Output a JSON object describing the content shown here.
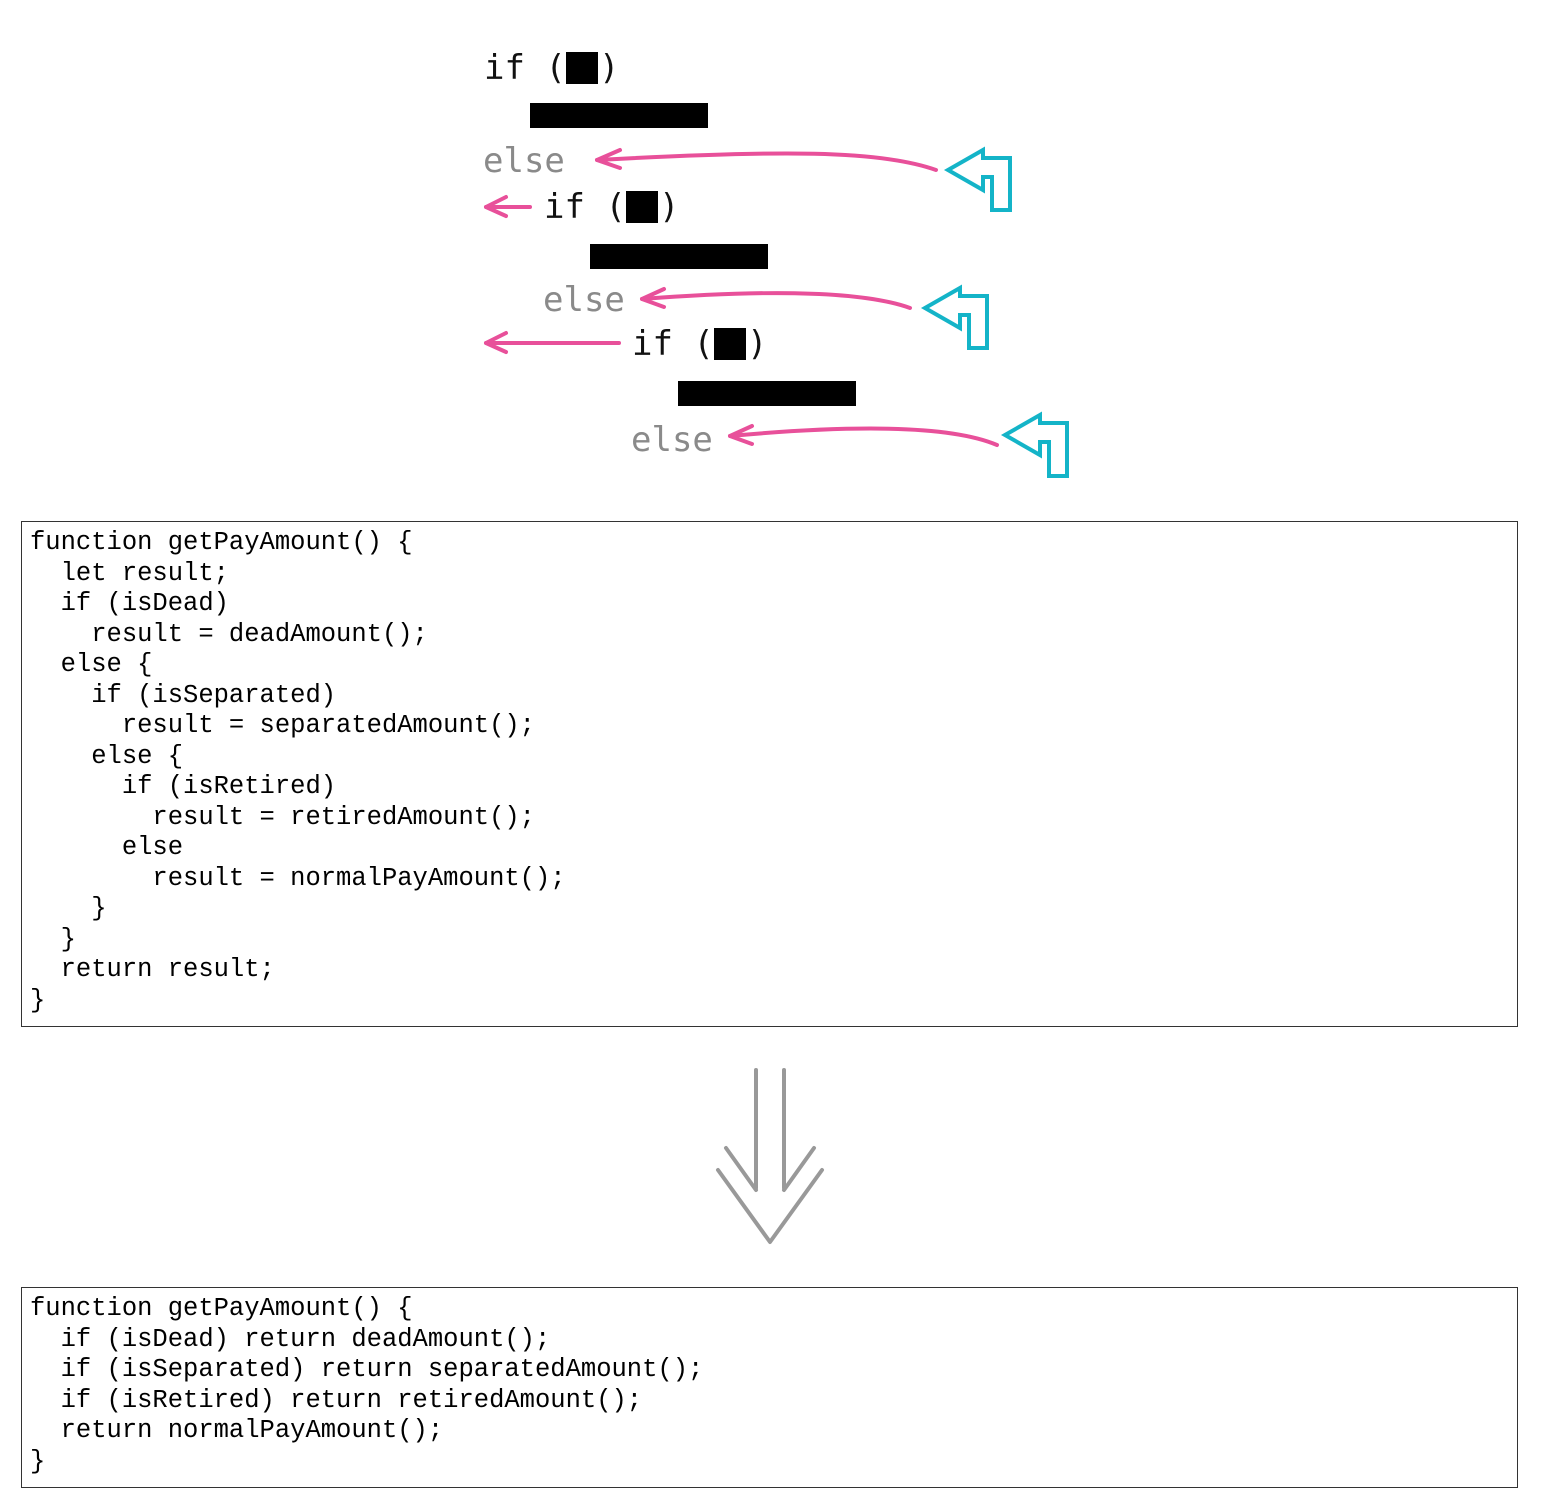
{
  "diagram": {
    "levels": [
      {
        "if_label": "if (",
        "close_paren": ")",
        "else_label": "else"
      },
      {
        "if_label": "if (",
        "close_paren": ")",
        "else_label": "else"
      },
      {
        "if_label": "if (",
        "close_paren": ")",
        "else_label": "else"
      }
    ],
    "colors": {
      "code_text": "#111111",
      "else_text": "#8a8a8a",
      "pink_arrow": "#e8509a",
      "cyan_arrow": "#14b4c8",
      "block": "#000000",
      "transform_arrow": "#999999"
    },
    "icons": {
      "pink_arrow": "left-arrow-icon",
      "cyan_arrow": "up-left-turn-arrow-icon",
      "transform_arrow": "double-down-arrow-icon"
    }
  },
  "before_code": {
    "lines": [
      "function getPayAmount() {",
      "  let result;",
      "  if (isDead)",
      "    result = deadAmount();",
      "  else {",
      "    if (isSeparated)",
      "      result = separatedAmount();",
      "    else {",
      "      if (isRetired)",
      "        result = retiredAmount();",
      "      else",
      "        result = normalPayAmount();",
      "    }",
      "  }",
      "  return result;",
      "}"
    ]
  },
  "after_code": {
    "lines": [
      "function getPayAmount() {",
      "  if (isDead) return deadAmount();",
      "  if (isSeparated) return separatedAmount();",
      "  if (isRetired) return retiredAmount();",
      "  return normalPayAmount();",
      "}"
    ]
  }
}
